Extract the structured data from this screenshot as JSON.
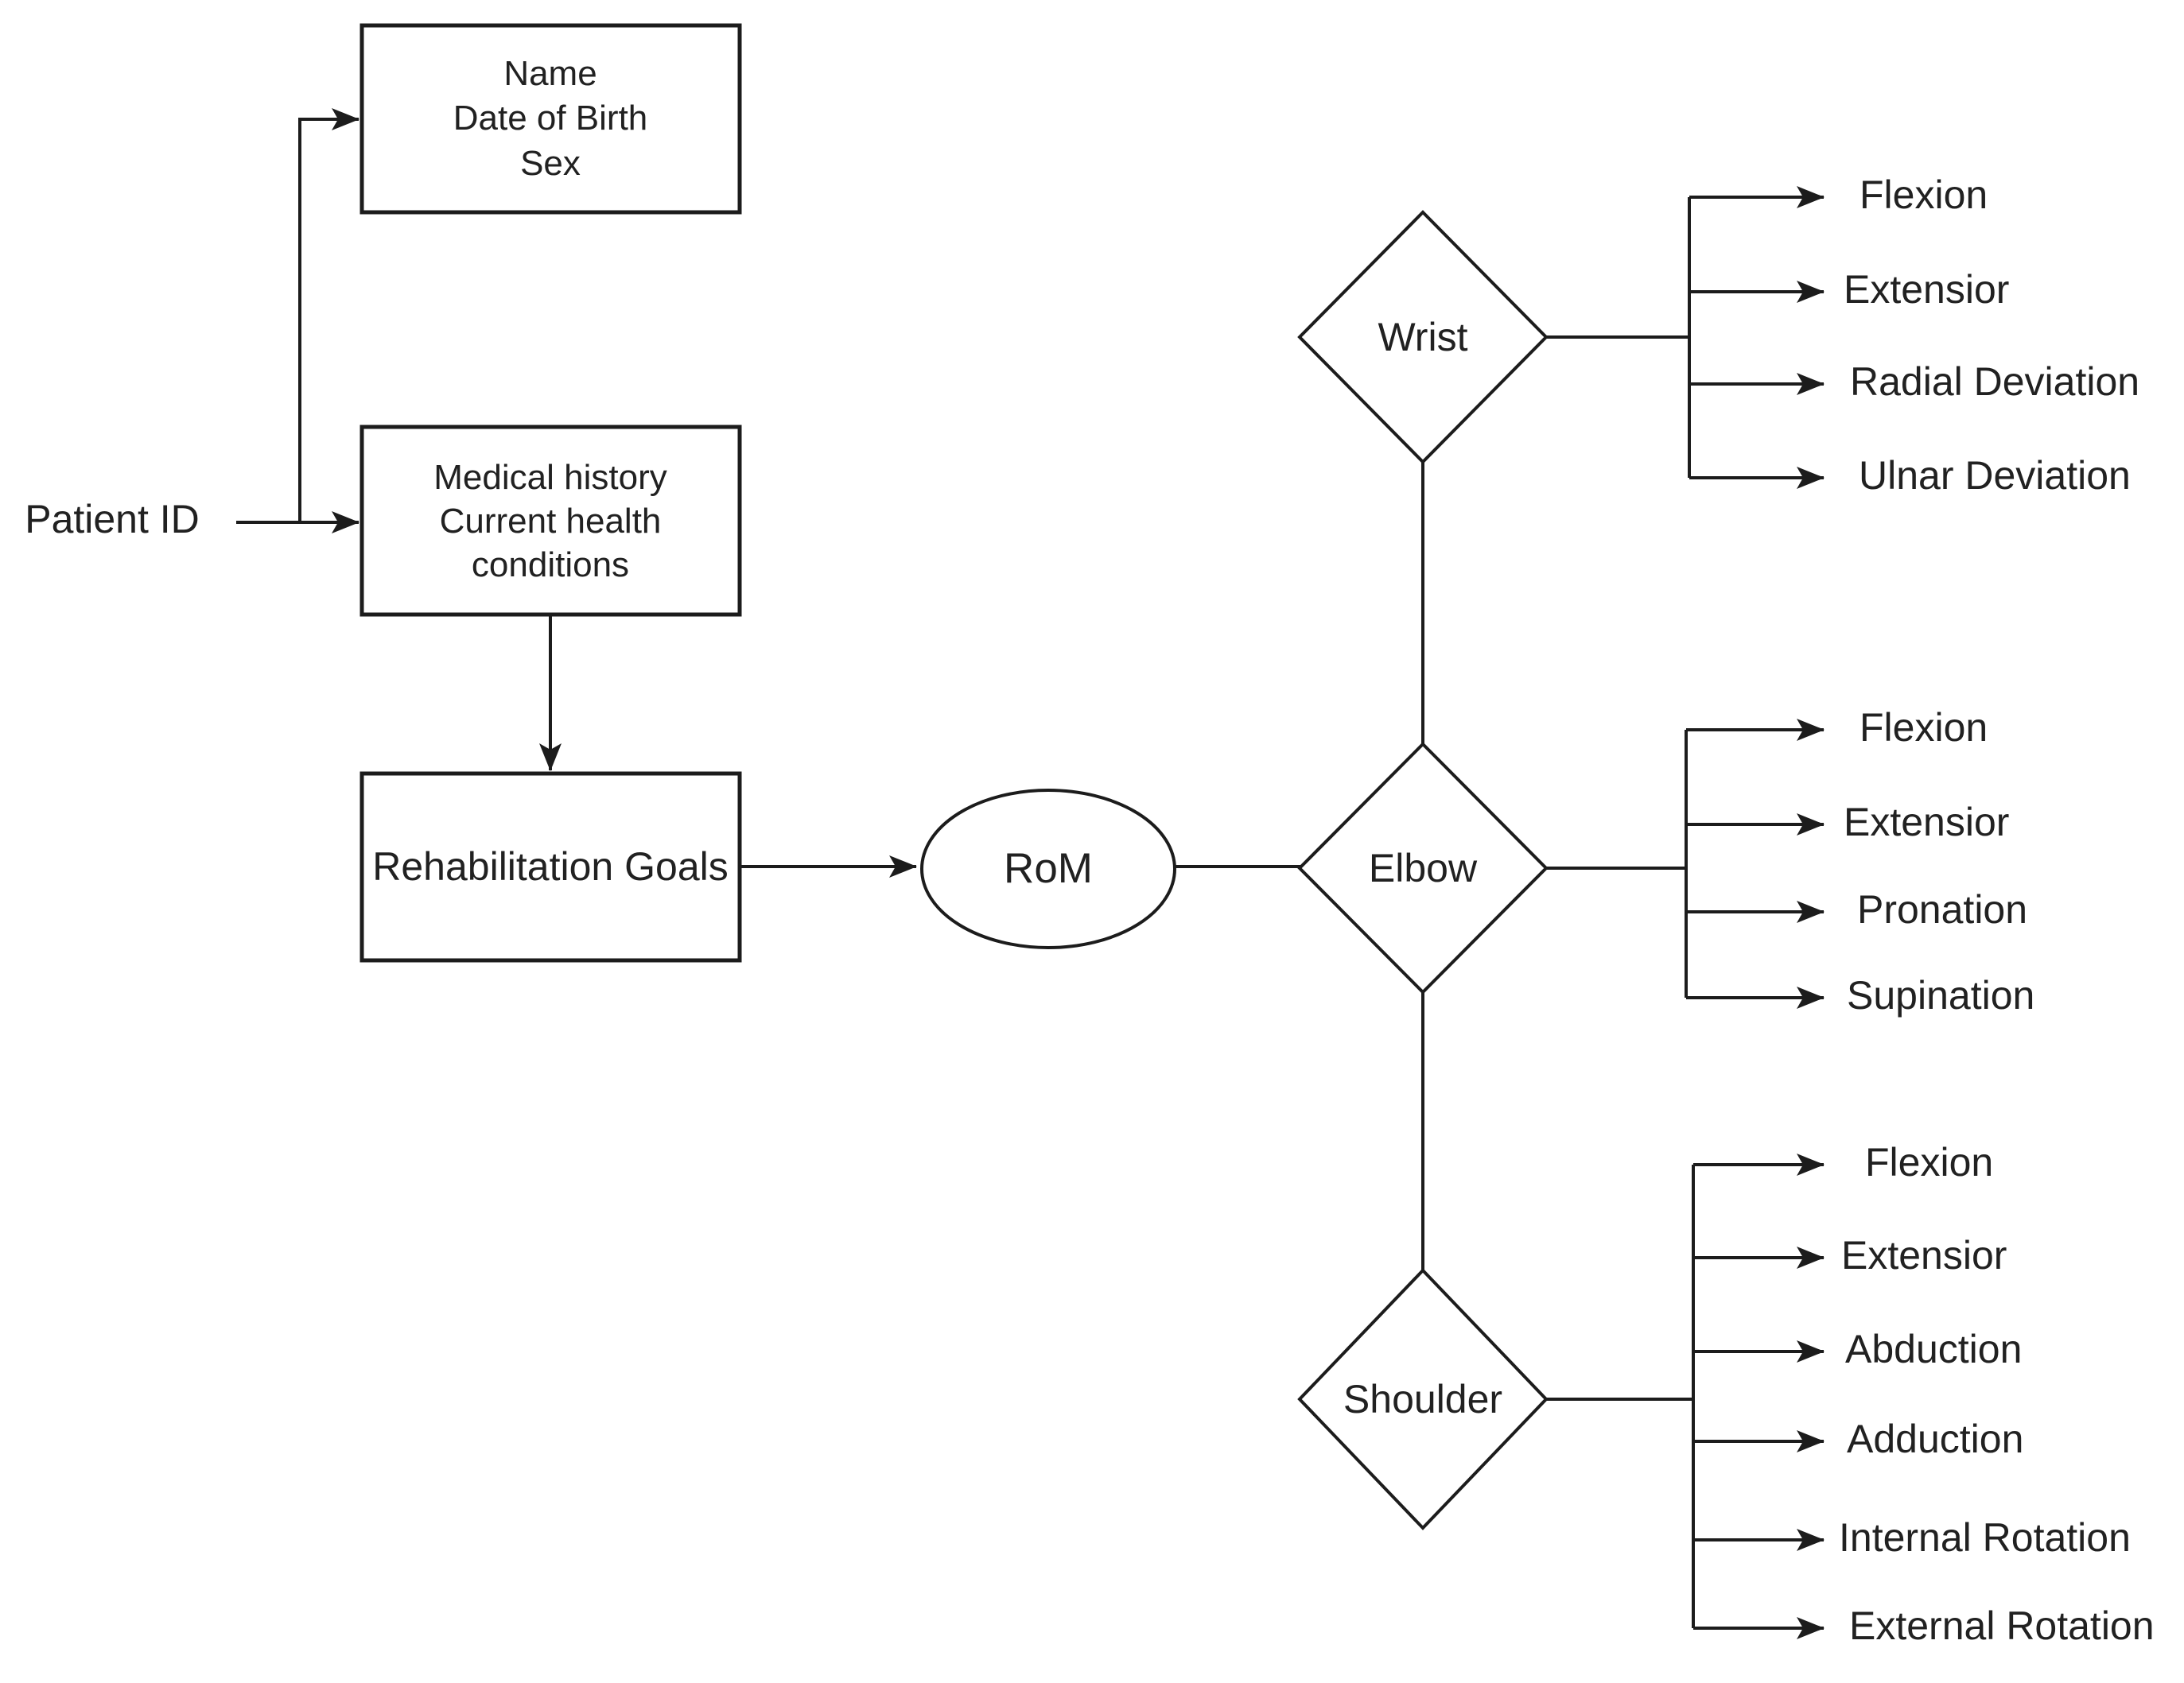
{
  "diagram": {
    "colors": {
      "background": "#ffffff",
      "stroke": "#1c1c1c",
      "text": "#212121"
    },
    "patient_id_label": "Patient ID",
    "demographics_box": {
      "line1": "Name",
      "line2": "Date of Birth",
      "line3": "Sex"
    },
    "medical_box": {
      "line1": "Medical history",
      "line2": "Current health",
      "line3": "conditions"
    },
    "rehab_goals_box": {
      "label": "Rehabilitation Goals"
    },
    "rom_node": {
      "label": "RoM"
    },
    "wrist": {
      "label": "Wrist",
      "movements": [
        "Flexion",
        "Extensior",
        "Radial Deviation",
        "Ulnar Deviation"
      ]
    },
    "elbow": {
      "label": "Elbow",
      "movements": [
        "Flexion",
        "Extensior",
        "Pronation",
        "Supination"
      ]
    },
    "shoulder": {
      "label": "Shoulder",
      "movements": [
        "Flexion",
        "Extensior",
        "Abduction",
        "Adduction",
        "Internal Rotation",
        "External Rotation"
      ]
    }
  }
}
